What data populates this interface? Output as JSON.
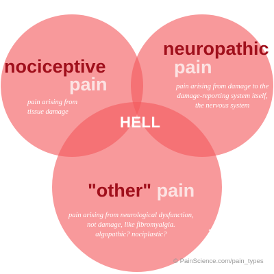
{
  "colors": {
    "circle_fill": "#f45a5e",
    "title_primary": "#a0101c",
    "title_secondary": "#fce3e3",
    "description": "#ffffff",
    "center_label": "#ffffff",
    "credit": "#999999"
  },
  "diagram": {
    "type": "venn",
    "sets": [
      {
        "name_line1": "nociceptive",
        "name_line2": "pain",
        "description_lines": [
          "pain arising from",
          "tissue damage"
        ]
      },
      {
        "name_line1": "neuropathic",
        "name_line2": "pain",
        "description_lines": [
          "pain arising from damage to the",
          "damage-reporting system itself,",
          "the nervous system"
        ]
      },
      {
        "name_quoted": "\"other\"",
        "name_rest": "pain",
        "description_lines": [
          "pain arising from neurological dysfunction,",
          "not damage, like fibromyalgia.",
          "algopathic? nociplastic?"
        ]
      }
    ],
    "intersection_label": "HELL"
  },
  "footer": {
    "credit": "© PainScience.com/pain_types",
    "logo_icon": "lizard-icon"
  }
}
